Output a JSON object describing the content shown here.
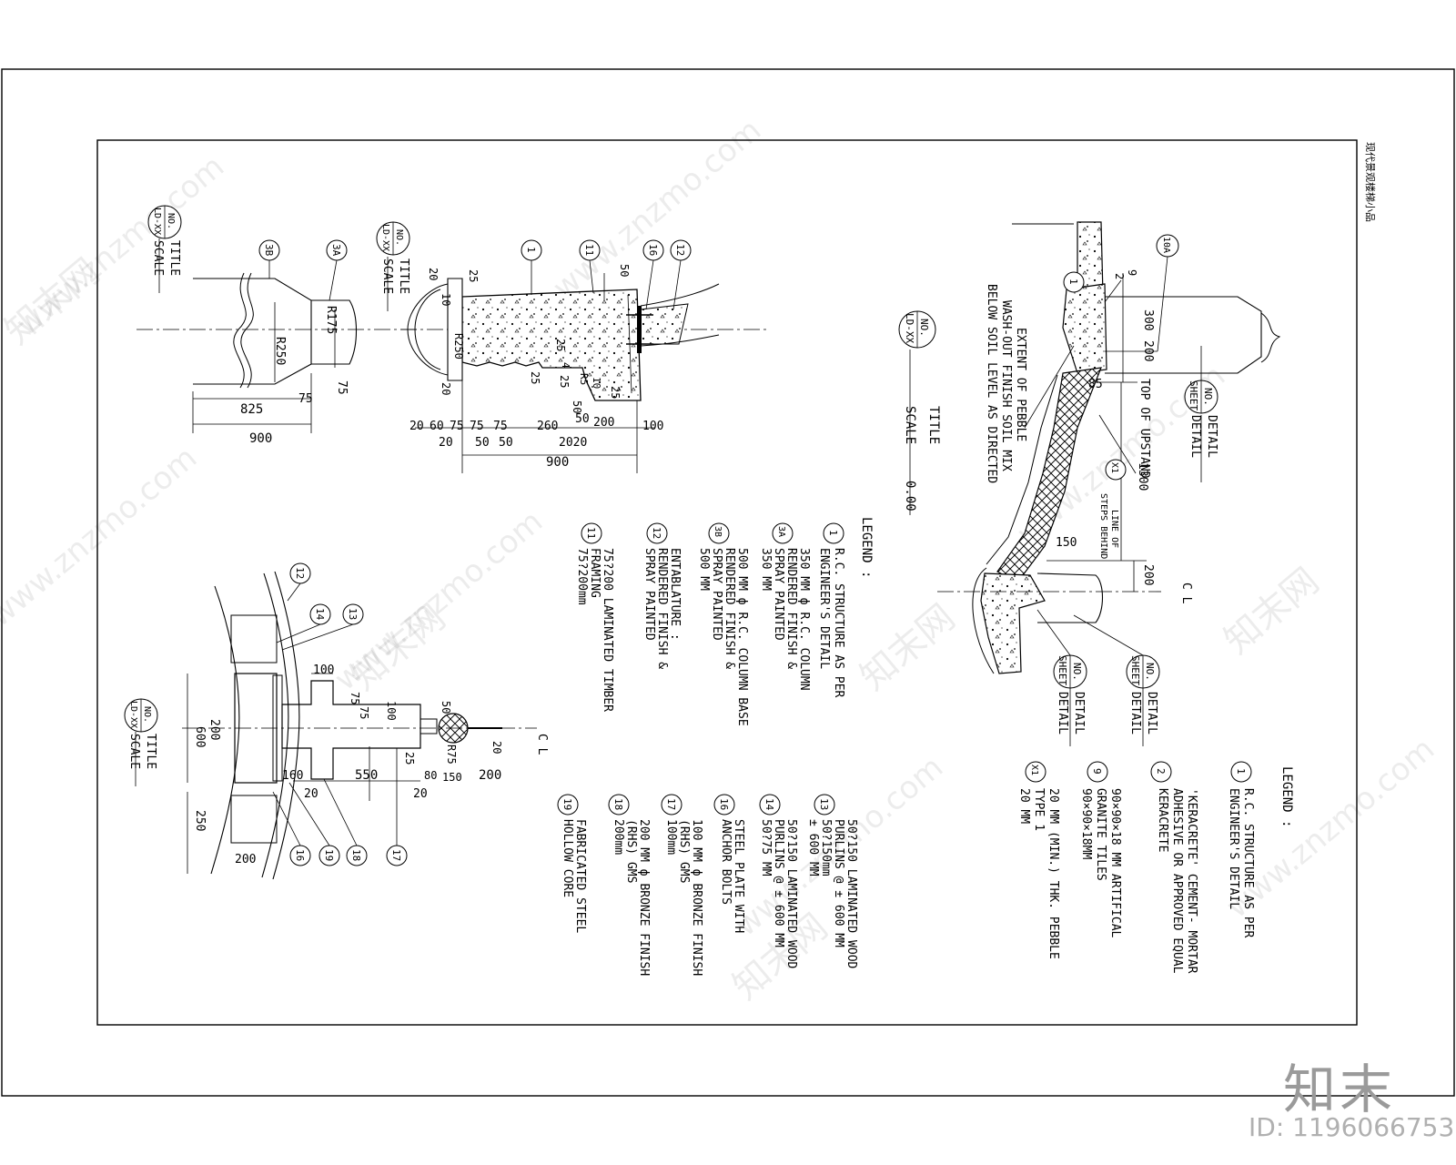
{
  "sheet_label": "现代景观楼梯小品",
  "watermarks": {
    "site": "www.znzmo.com",
    "brand": "知末网",
    "corner_brand": "知末",
    "corner_id": "ID: 1196066753"
  },
  "column_elevation": {
    "callouts": [
      "3B",
      "3A"
    ],
    "dims": [
      "R175",
      "R250",
      "75",
      "825",
      "75",
      "900"
    ],
    "title_block": {
      "no": "NO.",
      "ref": "LD-XX",
      "title": "TITLE",
      "scale": "SCALE"
    }
  },
  "column_section": {
    "callouts": [
      "1",
      "11",
      "16",
      "12"
    ],
    "dims_top": [
      "20",
      "10",
      "25",
      "50",
      "R250",
      "25",
      "4",
      "25",
      "25",
      "R5",
      "10",
      "25",
      "20",
      "50"
    ],
    "dims_bottom": [
      "20",
      "60",
      "75",
      "75",
      "75",
      "260",
      "50",
      "200",
      "100",
      "20",
      "50",
      "50",
      "2020",
      "900"
    ],
    "title_block": {
      "no": "NO.",
      "ref": "LD-XX",
      "title": "TITLE",
      "scale": "SCALE"
    }
  },
  "step_section": {
    "callouts": [
      "10A",
      "9",
      "2",
      "1",
      "X1"
    ],
    "dims": [
      "300",
      "200",
      "85",
      "1300",
      "150",
      "200"
    ],
    "notes": {
      "pebble": [
        "EXTENT OF PEBBLE",
        "WASH-OUT FINISH SOIL MIX",
        "BELOW SOIL LEVEL AS DIRECTED"
      ],
      "upstand": "TOP OF UPSTAND",
      "steps": [
        "LINE OF",
        "STEPS BEHIND"
      ],
      "centerline": "C L"
    },
    "title_block": {
      "no": "NO.",
      "ref": "LD-XX",
      "title": "TITLE",
      "scale": "SCALE",
      "scale_value": "0.00"
    },
    "detail_refs": [
      {
        "no": "NO.",
        "sheet": "SHEET",
        "detail": "DETAIL"
      },
      {
        "no": "NO.",
        "sheet": "SHEET",
        "detail": "DETAIL"
      },
      {
        "no": "NO.",
        "sheet": "SHEET",
        "detail": "DETAIL"
      }
    ]
  },
  "plan_detail": {
    "callouts": [
      "12",
      "14",
      "13",
      "16",
      "19",
      "18",
      "17"
    ],
    "dims": [
      "100",
      "75",
      "75",
      "100",
      "50",
      "200",
      "600",
      "550",
      "25",
      "80",
      "150",
      "R75",
      "20",
      "200",
      "160",
      "20",
      "20",
      "250",
      "200"
    ],
    "centerline": "C L",
    "title_block": {
      "no": "NO.",
      "ref": "LD-XX",
      "title": "TITLE",
      "scale": "SCALE"
    }
  },
  "legend_1": {
    "heading": "LEGEND :",
    "items": [
      {
        "key": "1",
        "lines": [
          "R.C. STRUCTURE AS PER",
          "ENGINEER'S DETAIL"
        ]
      },
      {
        "key": "3A",
        "lines": [
          "350 MM ф R.C. COLUMN",
          "RENDERED FINISH &",
          "SPRAY PAINTED",
          "350 MM"
        ]
      },
      {
        "key": "3B",
        "lines": [
          "500 MM ф R.C. COLUMN BASE",
          "RENDERED FINISH &",
          "SPRAY PAINTED",
          "500 MM"
        ]
      },
      {
        "key": "12",
        "lines": [
          "ENTABLATURE :",
          "RENDERED FINISH &",
          "SPRAY PAINTED"
        ]
      },
      {
        "key": "11",
        "lines": [
          "75?200 LAMINATED TIMBER",
          "FRAMING",
          "75?200mm"
        ]
      }
    ]
  },
  "legend_2": {
    "items": [
      {
        "key": "13",
        "lines": [
          "50?150 LAMINATED WOOD",
          "PURLINS @ ± 600 MM",
          "50?150mm",
          "± 600 MM"
        ]
      },
      {
        "key": "14",
        "lines": [
          "50?150 LAMINATED WOOD",
          "PURLINS @ ± 600 MM",
          "50?75 MM"
        ]
      },
      {
        "key": "16",
        "lines": [
          "STEEL PLATE WITH",
          "ANCHOR BOLTS"
        ]
      },
      {
        "key": "17",
        "lines": [
          "100 MM ф BRONZE FINISH",
          "(RHS) GMS",
          "100mm"
        ]
      },
      {
        "key": "18",
        "lines": [
          "200 MM ф BRONZE FINISH",
          "(RHS) GMS",
          "200mm"
        ]
      },
      {
        "key": "19",
        "lines": [
          "FABRICATED STEEL",
          "HOLLOW CORE"
        ]
      }
    ]
  },
  "legend_3": {
    "heading": "LEGEND :",
    "items": [
      {
        "key": "1",
        "lines": [
          "R.C. STRUCTURE AS PER",
          "ENGINEER'S DETAIL"
        ]
      },
      {
        "key": "2",
        "lines": [
          "'KERACRETE' CEMENT- MORTAR",
          "ADHESIVE OR APPROVED EQUAL",
          "KERACRETE"
        ]
      },
      {
        "key": "9",
        "lines": [
          "90×90×18 MM ARTIFICAL",
          "GRANITE TILES",
          "90×90×18MM"
        ]
      },
      {
        "key": "X1",
        "lines": [
          "20 MM (MIN.) THK. PEBBLE",
          "TYPE 1",
          "20 MM"
        ]
      }
    ]
  }
}
